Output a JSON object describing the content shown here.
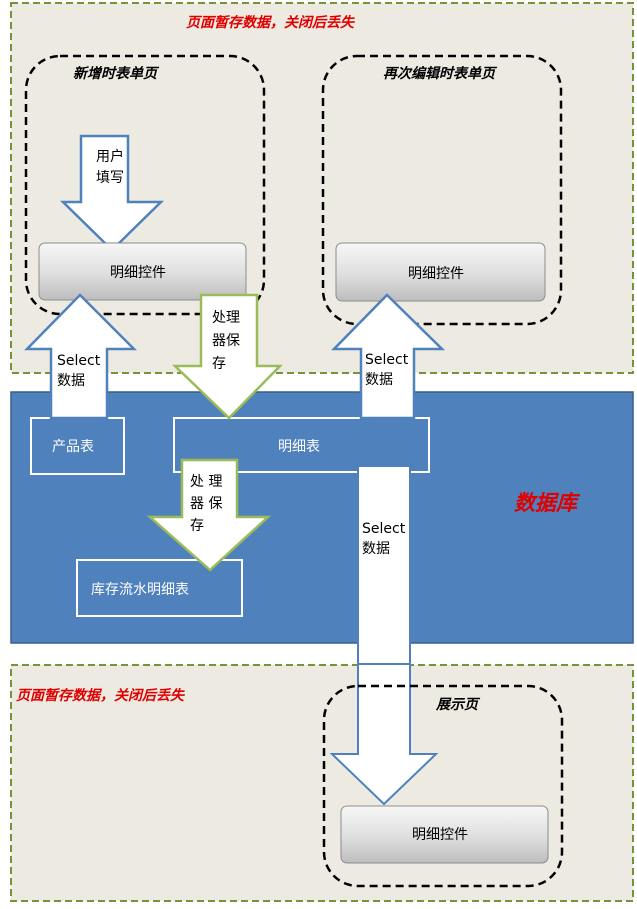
{
  "diagram": {
    "top_zone": {
      "note": "页面暂存数据，关闭后丢失"
    },
    "bottom_zone": {
      "note": "页面暂存数据，关闭后丢失"
    },
    "database": {
      "label": "数据库"
    },
    "pages": {
      "new_form": {
        "title": "新增时表单页",
        "control": "明细控件"
      },
      "edit_form": {
        "title": "再次编辑时表单页",
        "control": "明细控件"
      },
      "display": {
        "title": "展示页",
        "control": "明细控件"
      }
    },
    "tables": {
      "product": "产品表",
      "detail": "明细表",
      "inventory_flow": "库存流水明细表"
    },
    "arrows": {
      "user_fill": [
        "用户",
        "填写"
      ],
      "select_product": [
        "Select",
        "数据"
      ],
      "processor_save_1": [
        "处理",
        "器保",
        "存"
      ],
      "processor_save_2": [
        "处 理",
        "器 保",
        "存"
      ],
      "select_edit": [
        "Select",
        "数据"
      ],
      "select_display": [
        "Select",
        "数据"
      ]
    },
    "colors": {
      "zone_bg": "#edeae2",
      "zone_border": "#76923c",
      "database_fill": "#4f81bd",
      "database_border": "#385d8a",
      "blue_arrow_border": "#4f81bd",
      "green_arrow_border": "#9bbb59",
      "note_red": "#e00000"
    }
  }
}
